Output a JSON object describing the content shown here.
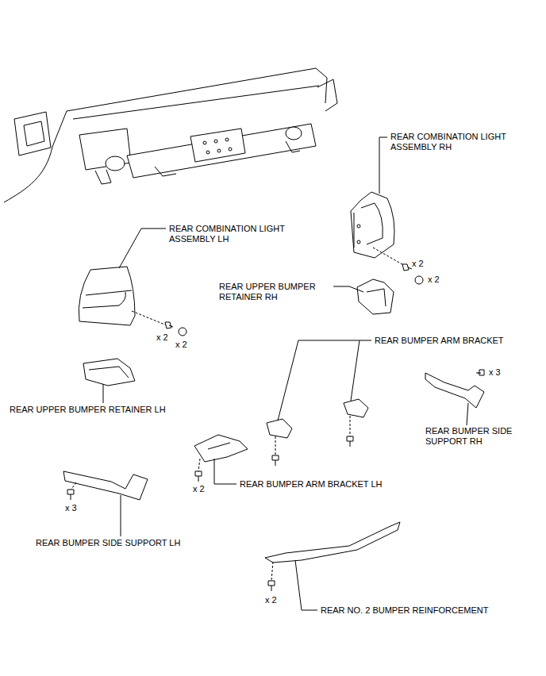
{
  "diagram": {
    "labels": [
      "REAR COMBINATION LIGHT ASSEMBLY RH",
      "REAR COMBINATION LIGHT ASSEMBLY LH",
      "x 2",
      "x 2",
      "REAR UPPER BUMPER RETAINER RH",
      "x 2",
      "x 2",
      "REAR BUMPER ARM BRACKET",
      "x 3",
      "REAR UPPER BUMPER RETAINER LH",
      "REAR BUMPER SIDE SUPPORT RH",
      "x 2",
      "REAR BUMPER ARM BRACKET LH",
      "x 3",
      "REAR BUMPER SIDE SUPPORT LH",
      "x 2",
      "REAR NO. 2 BUMPER REINFORCEMENT"
    ]
  }
}
